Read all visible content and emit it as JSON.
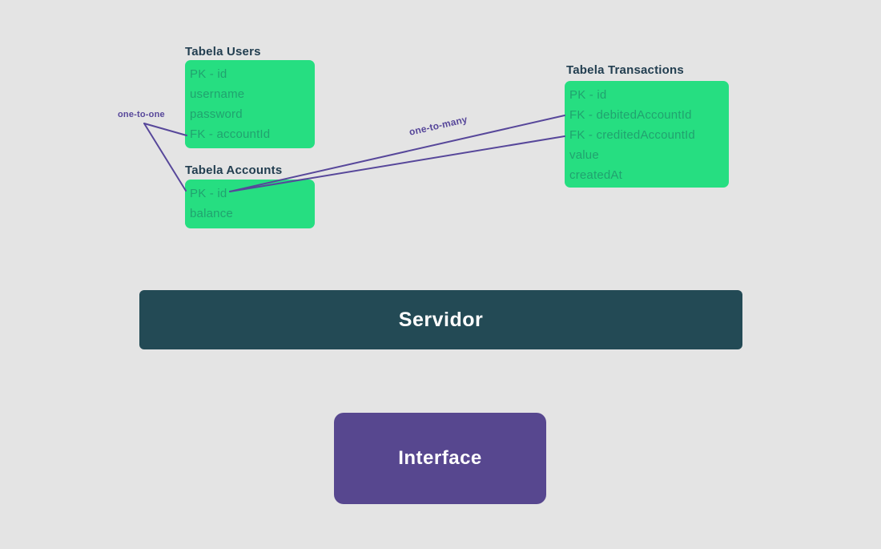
{
  "diagram": {
    "tables": [
      {
        "title": "Tabela Users",
        "rows": [
          "PK - id",
          "username",
          "password",
          "FK - accountId"
        ]
      },
      {
        "title": "Tabela Accounts",
        "rows": [
          "PK - id",
          "balance"
        ]
      },
      {
        "title": "Tabela Transactions",
        "rows": [
          "PK - id",
          "FK - debitedAccountId",
          "FK - creditedAccountId",
          "value",
          "createdAt"
        ]
      }
    ],
    "connectors": {
      "one_to_one_label": "one-to-one",
      "one_to_many_label": "one-to-many"
    },
    "blocks": {
      "server_label": "Servidor",
      "interface_label": "Interface"
    },
    "colors": {
      "background": "#e4e4e4",
      "table_fill": "#26de81",
      "table_row_text": "#21a26f",
      "table_title_text": "#223e50",
      "connector_purple": "#57479a",
      "server_fill": "#234a55",
      "interface_fill": "#57478f",
      "block_text": "#ffffff"
    }
  }
}
